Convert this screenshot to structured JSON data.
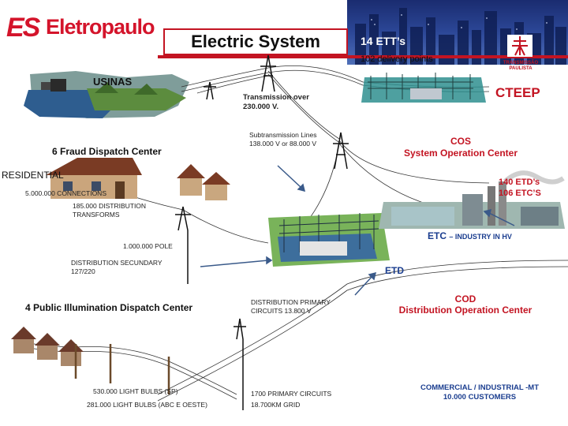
{
  "header": {
    "company": "Eletropaulo",
    "company_prefix": "ES",
    "title": "Electric System",
    "ett": "14 ETT’s",
    "delivery": "102 delivery points",
    "partner_logo": [
      "TRANSMISSÃO",
      "PAULISTA"
    ]
  },
  "labels": {
    "usinas": "USINAS",
    "transmission": "Transmission over 230.000 V.",
    "cteep": "CTEEP",
    "fraud_center": "6 Fraud Dispatch Center",
    "subtransmission": "Subtransmission Lines 138.000 V or 88.000 V",
    "cos": "COS",
    "cos_full": "System Operation Center",
    "residential": "RESIDENTIAL",
    "connections": "5.000.000 CONNECTIONS",
    "etd_count": "140 ETD’s",
    "etc_count": "106 ETC’S",
    "distribution_transforms": "185.000 DISTRIBUTION TRANSFORMS",
    "etc_industry": "ETC",
    "etc_industry_tail": "– INDUSTRY IN HV",
    "pole": "1.000.000 POLE",
    "distribution_secondary": "DISTRIBUTION SECUNDARY 127/220",
    "etd": "ETD",
    "public_illumination": "4 Public Illumination Dispatch Center",
    "distribution_primary": "DISTRIBUTION PRIMARY CIRCUITS 13.800 V",
    "cod": "COD",
    "cod_full": "Distribution Operation Center",
    "light_bulbs_sp": "530.000 LIGHT BULBS (SP)",
    "light_bulbs_abc": "281.000 LIGHT BULBS (ABC E OESTE)",
    "primary_circuits": "1700 PRIMARY CIRCUITS",
    "grid": "18.700KM GRID",
    "commercial": "COMMERCIAL / INDUSTRIAL -MT",
    "customers": "10.000 CUSTOMERS"
  },
  "colors": {
    "brand_red": "#c31422",
    "header_blue": "#2c4797",
    "etd_blue": "#1a3d8f"
  },
  "icons": [
    "power-plant-icon",
    "transmission-tower-icon",
    "substation-icon",
    "house-icon",
    "utility-pole-icon",
    "factory-icon",
    "city-skyline-icon"
  ]
}
